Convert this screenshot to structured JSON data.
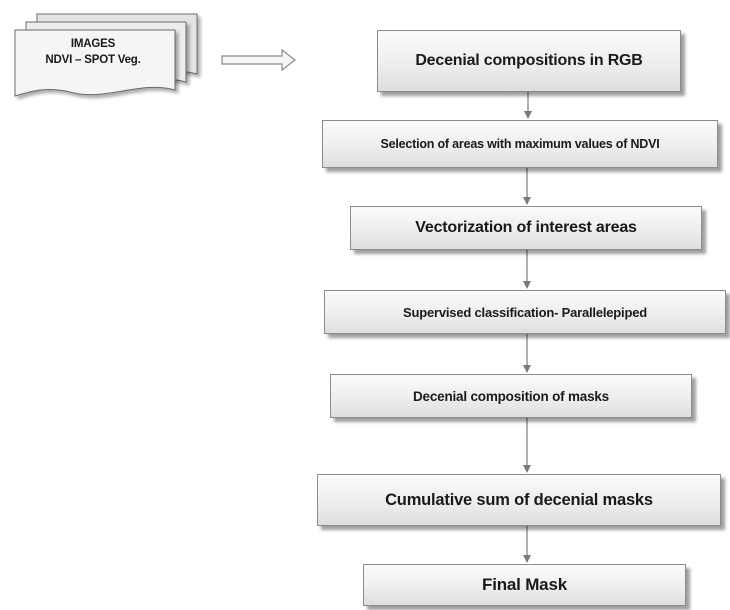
{
  "source_doc": {
    "line1": "IMAGES",
    "line2": "NDVI – SPOT Veg."
  },
  "steps": [
    "Decenial compositions  in RGB",
    "Selection of areas with maximum values of NDVI",
    "Vectorization of interest areas",
    "Supervised classification- Parallelepiped",
    "Decenial composition of  masks",
    "Cumulative sum of decenial masks",
    "Final Mask"
  ]
}
